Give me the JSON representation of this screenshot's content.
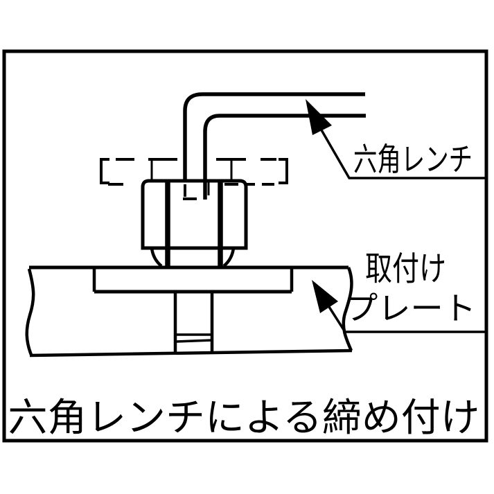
{
  "figure": {
    "wrench_label": "六角レンチ",
    "plate_label_line1": "取付け",
    "plate_label_line2": "プレート",
    "caption": "六角レンチによる締め付け"
  },
  "colors": {
    "line": "#000000",
    "background": "#ffffff"
  }
}
